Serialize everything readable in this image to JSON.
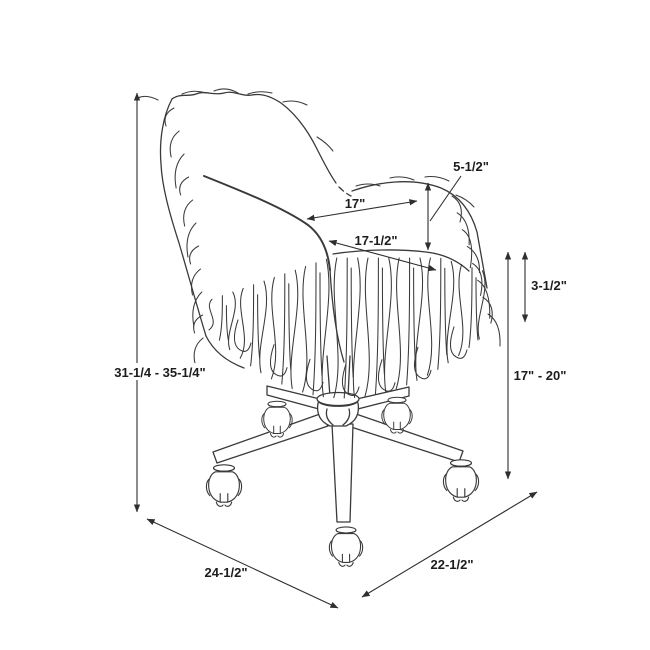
{
  "illustration": "shaggy-faux-fur-office-chair-line-drawing",
  "colors": {
    "line": "#3a3a3a",
    "text": "#1d1d1d",
    "background": "#ffffff"
  },
  "dimensions": {
    "overall_height": "31-1/4 - 35-1/4\"",
    "top_of_back_to_armrest": "5-1/2\"",
    "width_between_arms": "17\"",
    "seat_depth": "17-1/2\"",
    "seat_cushion_range": "3-1/2\"",
    "seat_height": "17\" - 20\"",
    "base_footprint_depth": "24-1/2\"",
    "base_footprint_width": "22-1/2\""
  }
}
